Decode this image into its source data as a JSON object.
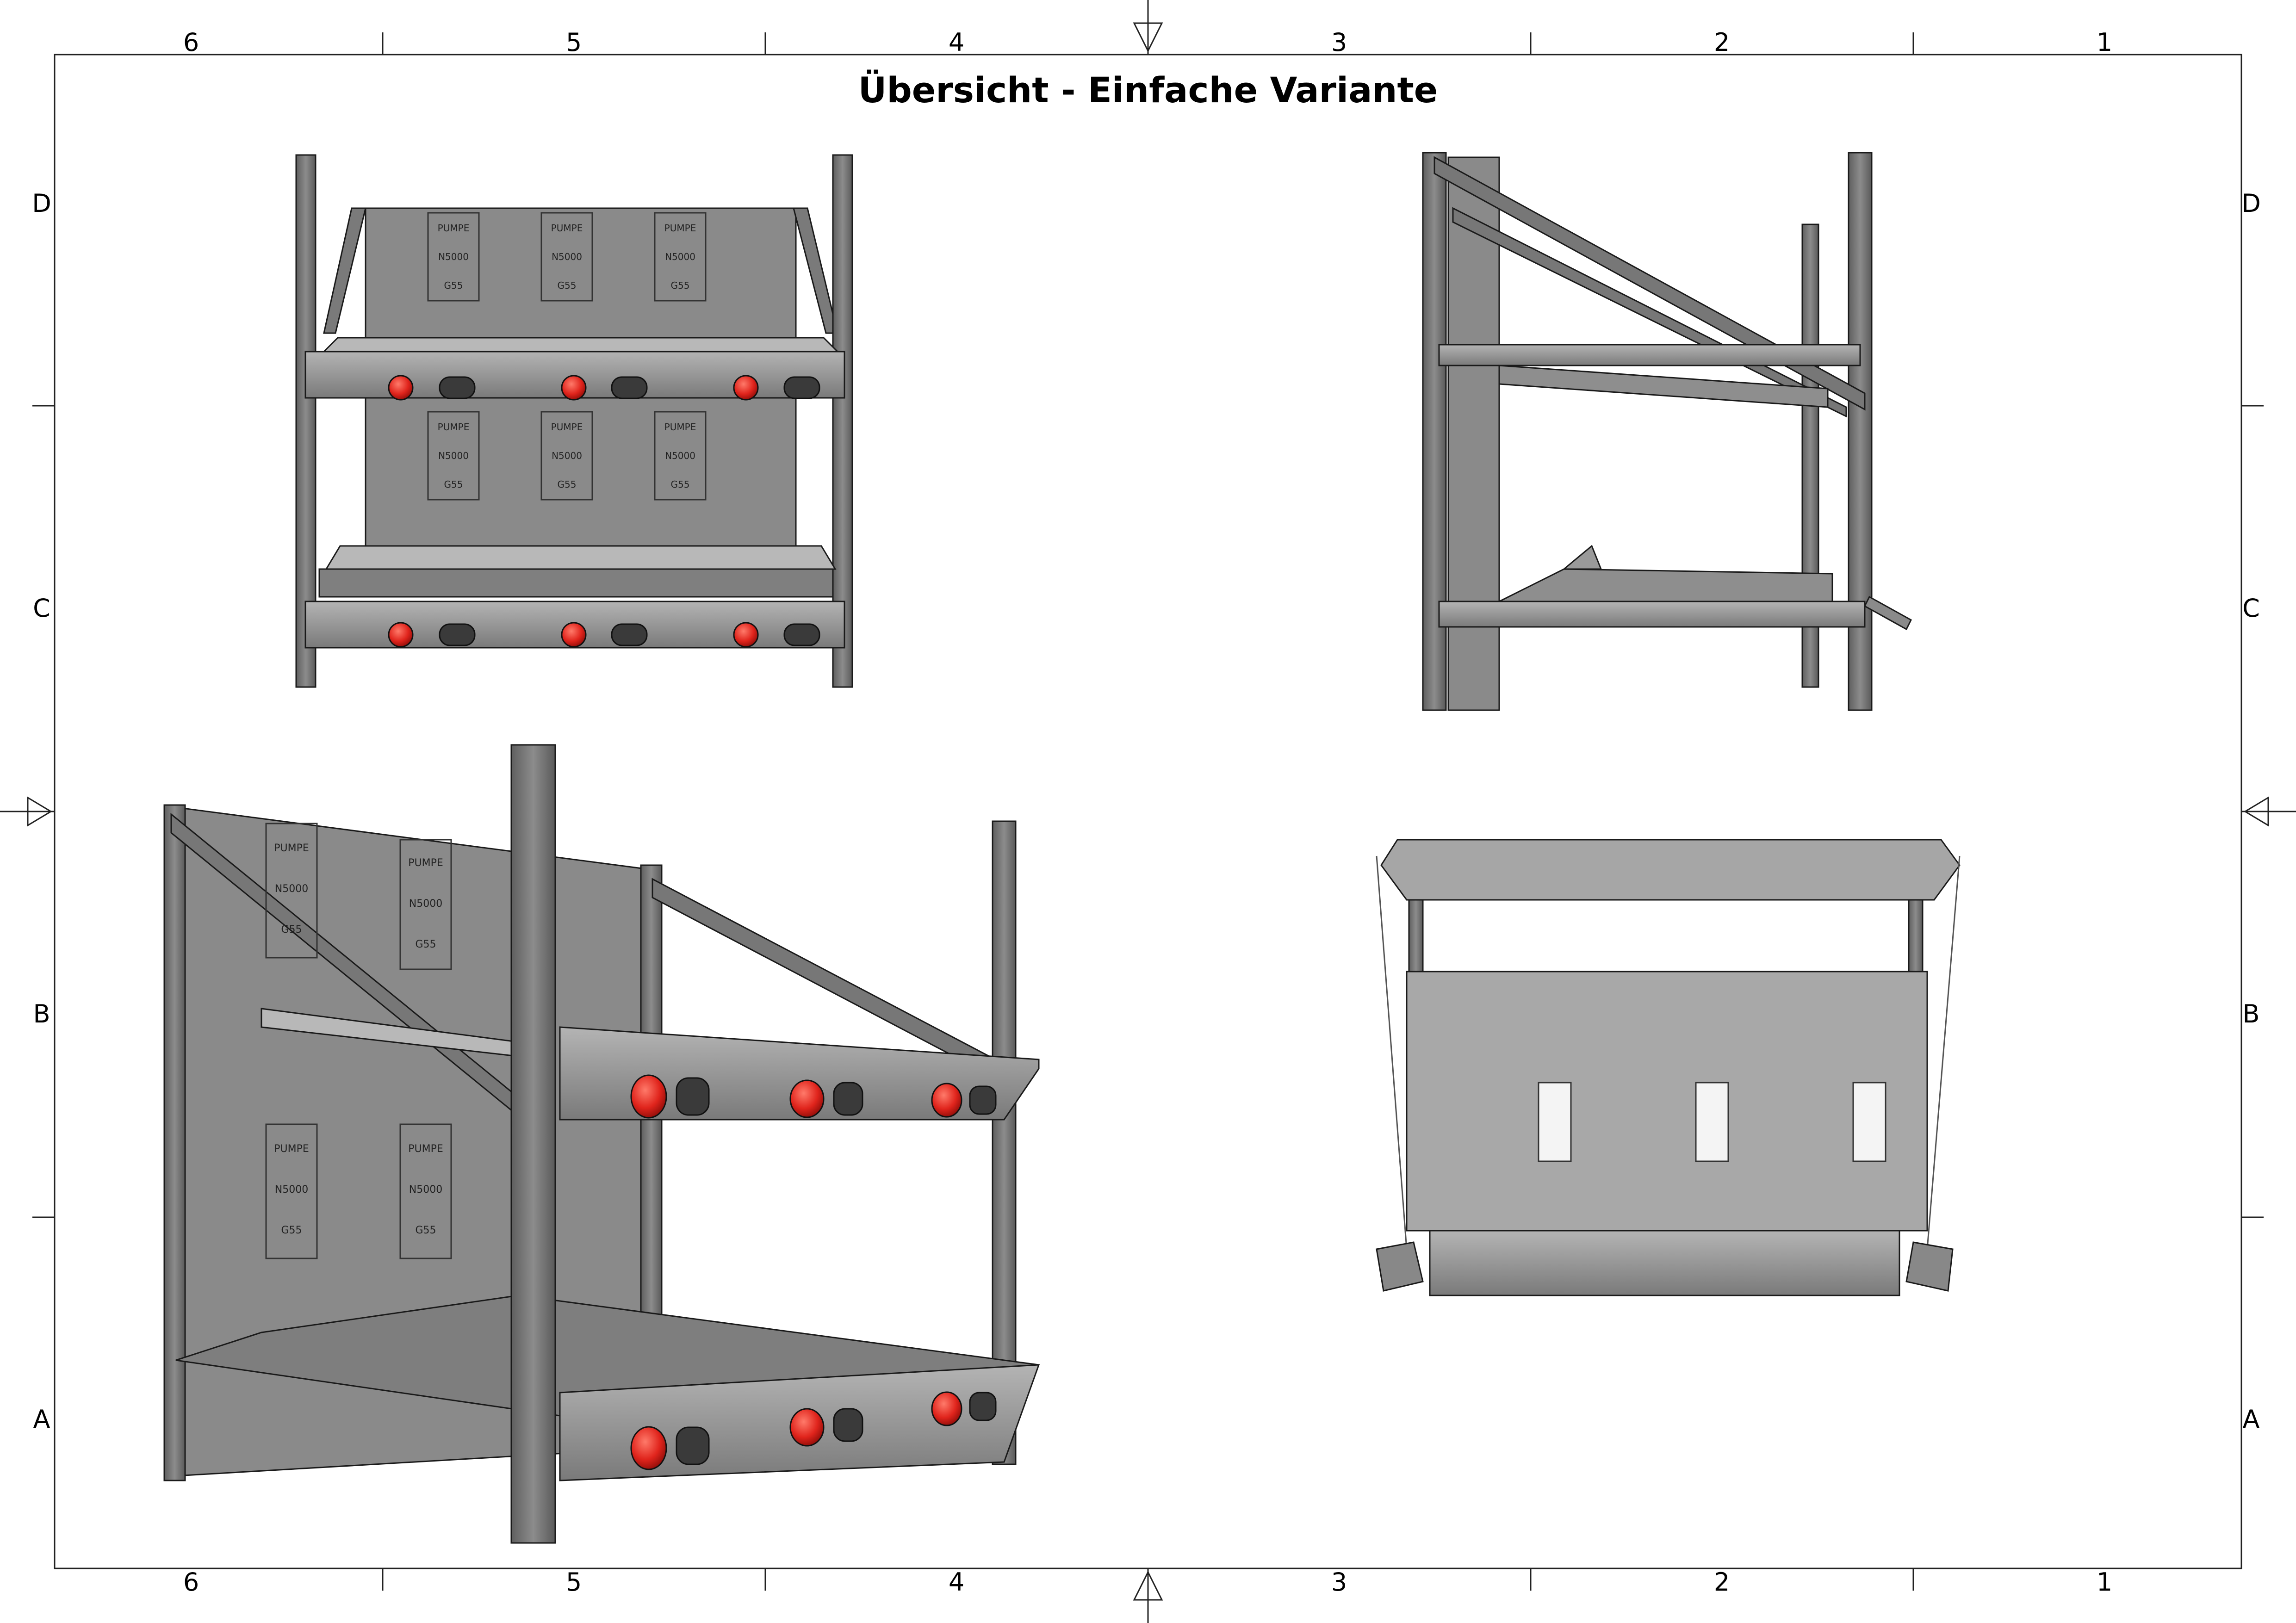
{
  "sheet": {
    "title": "Übersicht - Einfache Variante",
    "columns": [
      "6",
      "5",
      "4",
      "3",
      "2",
      "1"
    ],
    "rows": [
      "D",
      "C",
      "B",
      "A"
    ]
  },
  "views": {
    "front": {
      "panel_labels": [
        "PUMPE",
        "N5000",
        "G55"
      ]
    },
    "isometric": {
      "panel_labels": [
        "PUMPE",
        "N5000",
        "G55"
      ]
    }
  },
  "colors": {
    "frame": "#6f6f6f",
    "panel": "#8a8a8a",
    "panel_light": "#a8a8a8",
    "shelf": "#9b9b9b",
    "red_light": "#e0241c",
    "dark_light": "#3a3a3a",
    "outline": "#1a1a1a"
  }
}
